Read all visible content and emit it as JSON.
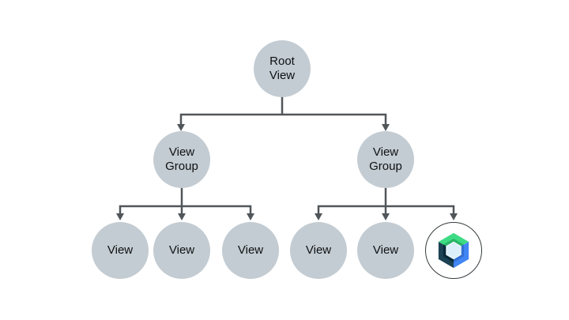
{
  "diagram": {
    "description": "View hierarchy tree",
    "nodes": [
      {
        "id": "root-view",
        "label": "Root View"
      },
      {
        "id": "view-group-left",
        "label": "View Group"
      },
      {
        "id": "view-group-right",
        "label": "View Group"
      },
      {
        "id": "view-1",
        "label": "View"
      },
      {
        "id": "view-2",
        "label": "View"
      },
      {
        "id": "view-3",
        "label": "View"
      },
      {
        "id": "view-4",
        "label": "View"
      },
      {
        "id": "view-5",
        "label": "View"
      },
      {
        "id": "compose-node",
        "label": "",
        "icon": "jetpack-compose-icon"
      }
    ],
    "edges": [
      {
        "from": "root-view",
        "to": "view-group-left"
      },
      {
        "from": "root-view",
        "to": "view-group-right"
      },
      {
        "from": "view-group-left",
        "to": "view-1"
      },
      {
        "from": "view-group-left",
        "to": "view-2"
      },
      {
        "from": "view-group-left",
        "to": "view-3"
      },
      {
        "from": "view-group-right",
        "to": "view-4"
      },
      {
        "from": "view-group-right",
        "to": "view-5"
      },
      {
        "from": "view-group-right",
        "to": "compose-node"
      }
    ],
    "colors": {
      "background": "#ffffff",
      "node_fill": "#c3ccd2",
      "node_text": "#0e1113",
      "connector": "#50565a",
      "compose_ring": "#363b3e",
      "compose_green_light": "#3ddc84",
      "compose_green_dark": "#2bb567",
      "compose_blue_light": "#4285f4",
      "compose_blue_dark": "#3370d4",
      "compose_navy_light": "#1c4153",
      "compose_navy_dark": "#082838",
      "compose_center": "#dceefa"
    }
  }
}
